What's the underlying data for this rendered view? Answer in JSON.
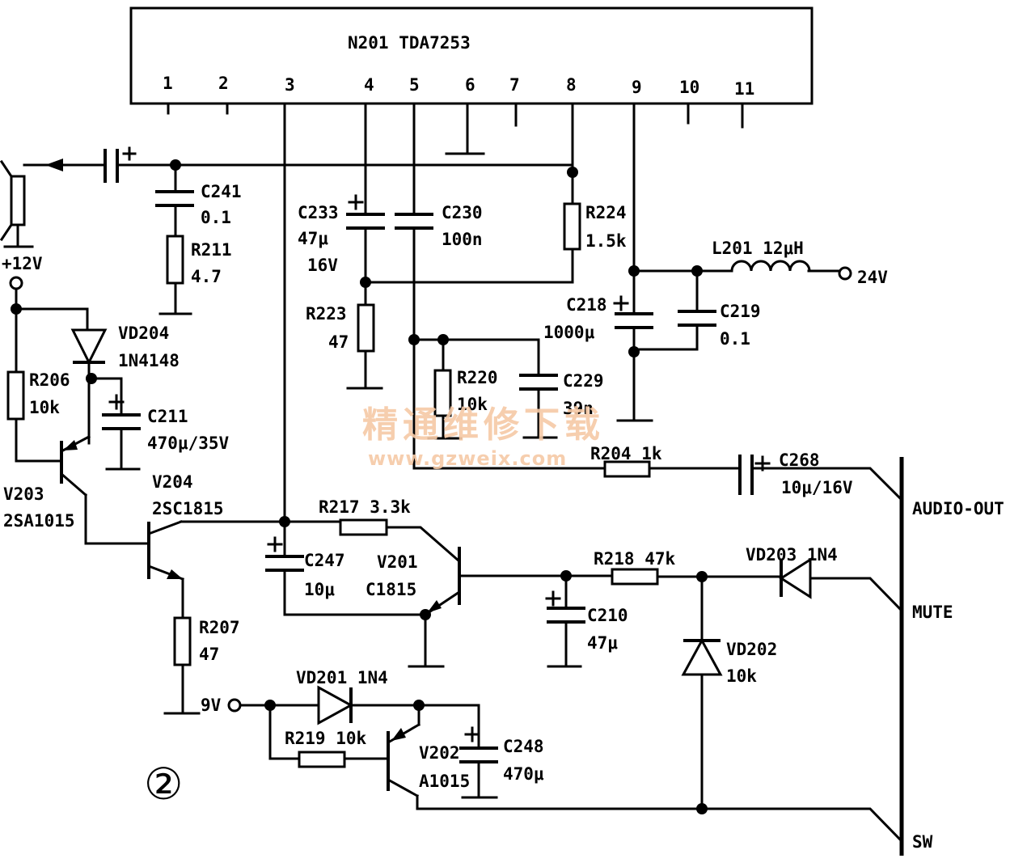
{
  "ic": {
    "label": "N201 TDA7253",
    "pins": [
      "1",
      "2",
      "3",
      "4",
      "5",
      "6",
      "7",
      "8",
      "9",
      "10",
      "11"
    ]
  },
  "capacitors": {
    "c241": {
      "name": "C241",
      "value": "0.1"
    },
    "c233": {
      "name": "C233",
      "value": "47μ",
      "voltage": "16V"
    },
    "c230": {
      "name": "C230",
      "value": "100n"
    },
    "c218": {
      "name": "C218",
      "value": "1000μ"
    },
    "c219": {
      "name": "C219",
      "value": "0.1"
    },
    "c229": {
      "name": "C229",
      "value": "39n"
    },
    "c211": {
      "name": "C211",
      "value": "470μ/35V"
    },
    "c268": {
      "name": "C268",
      "value": "10μ/16V"
    },
    "c247": {
      "name": "C247",
      "value": "10μ"
    },
    "c210": {
      "name": "C210",
      "value": "47μ"
    },
    "c248": {
      "name": "C248",
      "value": "470μ"
    }
  },
  "resistors": {
    "r211": {
      "name": "R211",
      "value": "4.7"
    },
    "r224": {
      "name": "R224",
      "value": "1.5k"
    },
    "r223": {
      "name": "R223",
      "value": "47"
    },
    "r220": {
      "name": "R220",
      "value": "10k"
    },
    "r206": {
      "name": "R206",
      "value": "10k"
    },
    "r204": {
      "label": "R204 1k"
    },
    "r217": {
      "label": "R217 3.3k"
    },
    "r218": {
      "label": "R218 47k"
    },
    "r207": {
      "name": "R207",
      "value": "47"
    },
    "r219": {
      "label": "R219 10k"
    }
  },
  "inductor": {
    "label": "L201 12μH"
  },
  "diodes": {
    "vd204": {
      "name": "VD204",
      "part": "1N4148"
    },
    "vd203": {
      "label": "VD203 1N4"
    },
    "vd202": {
      "name": "VD202",
      "value": "10k"
    },
    "vd201": {
      "label": "VD201 1N4"
    }
  },
  "transistors": {
    "v203": {
      "name": "V203",
      "part": "2SA1015"
    },
    "v204": {
      "name": "V204",
      "part": "2SC1815"
    },
    "v201": {
      "name": "V201",
      "part": "C1815"
    },
    "v202": {
      "name": "V202",
      "part": "A1015"
    }
  },
  "rails": {
    "plus12": "+12V",
    "v24": "24V",
    "v9": "9V"
  },
  "connector": {
    "audio_out": "AUDIO-OUT",
    "mute": "MUTE",
    "sw": "SW"
  },
  "figure_marker": "②",
  "watermark": {
    "cn": "精通维修下载",
    "url": "www.gzweix.com"
  }
}
